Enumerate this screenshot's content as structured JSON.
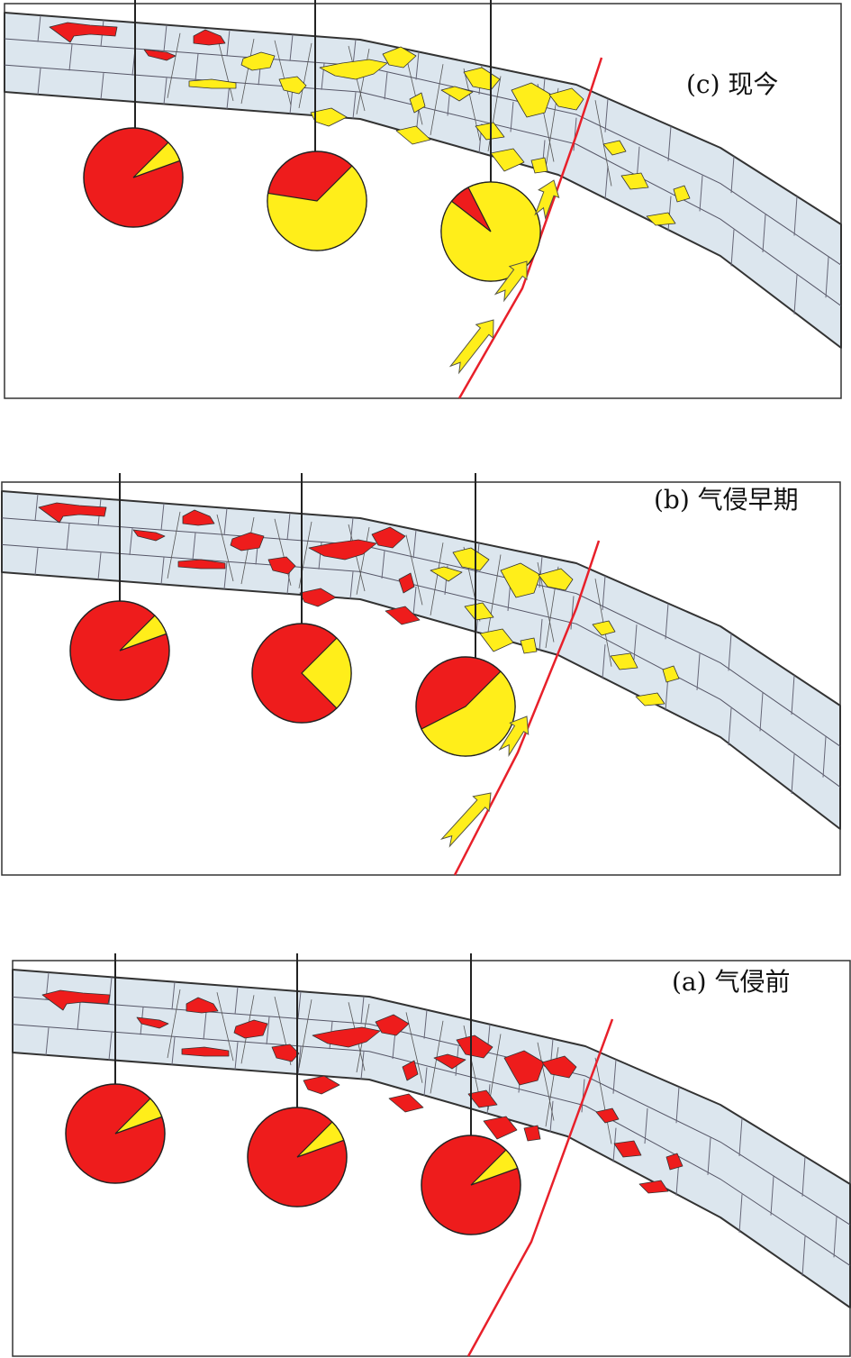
{
  "panels": [
    {
      "id": "c",
      "label": "(c) 现今",
      "gas_fractions": [
        0.07,
        0.65,
        0.93
      ],
      "nodules": [
        "red",
        "red",
        "red",
        "yellow",
        "yellow",
        "yellow",
        "yellow",
        "yellow",
        "yellow",
        "yellow",
        "yellow",
        "yellow",
        "yellow",
        "yellow",
        "yellow",
        "yellow",
        "yellow",
        "yellow",
        "yellow",
        "yellow",
        "yellow"
      ],
      "gas_arrows": true
    },
    {
      "id": "b",
      "label": "(b) 气侵早期",
      "gas_fractions": [
        0.07,
        0.25,
        0.55
      ],
      "nodules": [
        "red",
        "red",
        "red",
        "red",
        "red",
        "red",
        "red",
        "red",
        "red",
        "red",
        "red",
        "yellow",
        "yellow",
        "yellow",
        "yellow",
        "yellow",
        "yellow",
        "yellow",
        "yellow",
        "yellow",
        "yellow"
      ],
      "gas_arrows": true
    },
    {
      "id": "a",
      "label": "(a) 气侵前",
      "gas_fractions": [
        0.07,
        0.07,
        0.07
      ],
      "nodules": [
        "red",
        "red",
        "red",
        "red",
        "red",
        "red",
        "red",
        "red",
        "red",
        "red",
        "red",
        "red",
        "red",
        "red",
        "red",
        "red",
        "red",
        "red",
        "red",
        "red",
        "red"
      ],
      "gas_arrows": false
    }
  ],
  "colors": {
    "oil": "#ee1c1c",
    "gas": "#ffee1a",
    "layer_fill": "#dce6ee",
    "outline": "#333333",
    "fault": "#e8202a"
  },
  "legend_note": ""
}
